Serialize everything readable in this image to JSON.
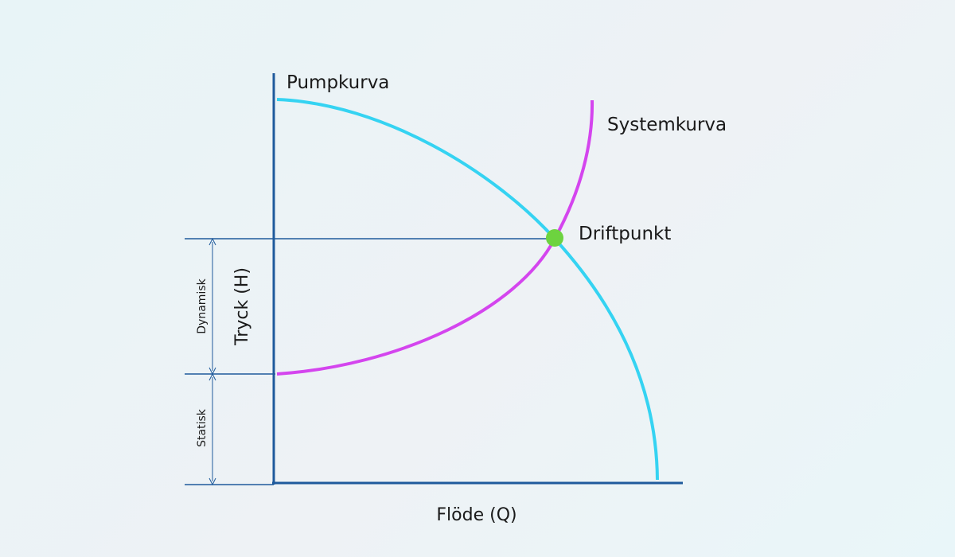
{
  "labels": {
    "pump_curve": "Pumpkurva",
    "system_curve": "Systemkurva",
    "operating_point": "Driftpunkt",
    "y_axis": "Tryck (H)",
    "x_axis": "Flöde (Q)",
    "dynamic": "Dynamisk",
    "static": "Statisk"
  },
  "colors": {
    "axis": "#1f5a9c",
    "pump_curve": "#35d3f2",
    "system_curve": "#d445ee",
    "operating_point": "#6dd33f",
    "background": "#ebf4f7"
  }
}
